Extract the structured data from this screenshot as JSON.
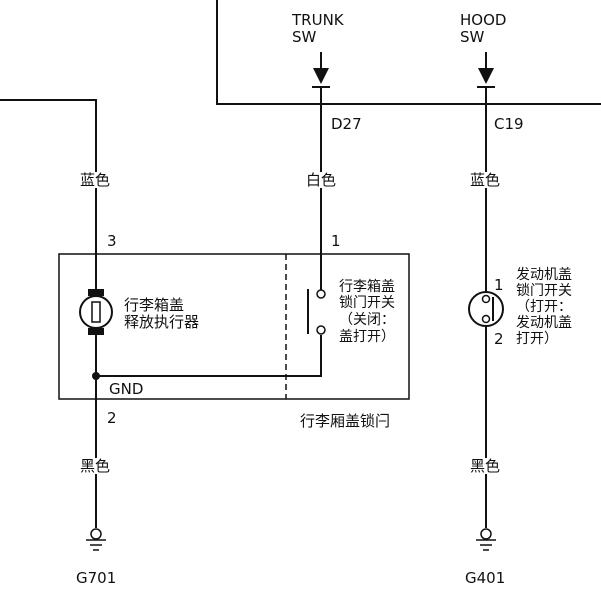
{
  "connectors": {
    "trunk_sw": [
      "TRUNK",
      "SW"
    ],
    "hood_sw": [
      "HOOD",
      "SW"
    ],
    "d27": "D27",
    "c19": "C19"
  },
  "wires": {
    "left": "蓝色",
    "middle": "白色",
    "right": "蓝色",
    "left_bottom": "黑色",
    "right_bottom": "黑色"
  },
  "pins": {
    "actuator_top": "3",
    "actuator_bottom": "2",
    "trunk_switch": "1",
    "hood_top": "1",
    "hood_bottom": "2"
  },
  "components": {
    "actuator": [
      "行李箱盖",
      "释放执行器"
    ],
    "trunk_switch": [
      "行李箱盖",
      "锁门开关",
      "（关闭：",
      "盖打开）"
    ],
    "gnd": "GND",
    "latch": "行李厢盖锁闩",
    "hood_switch": [
      "发动机盖",
      "锁门开关",
      "（打开：",
      "发动机盖",
      "打开）"
    ]
  },
  "grounds": {
    "left": "G701",
    "right": "G401"
  }
}
